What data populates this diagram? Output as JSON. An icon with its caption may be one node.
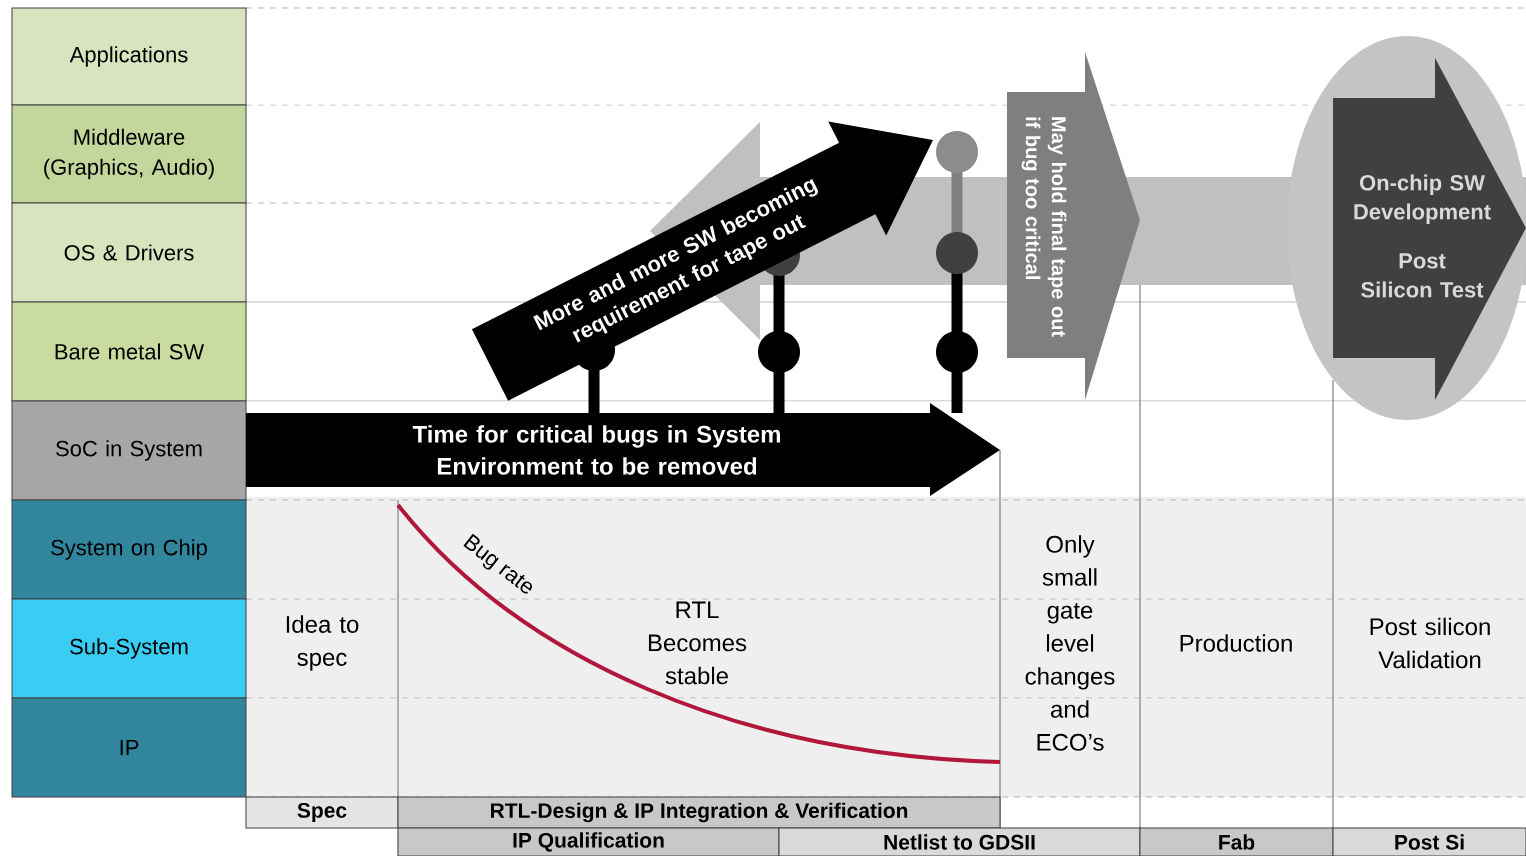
{
  "diagram": {
    "nodes": [
      {
        "text": [
          "Applications"
        ]
      },
      {
        "text": [
          "Middleware (Graphics, Audio)"
        ]
      },
      {
        "text": [
          "OS & Drivers"
        ]
      },
      {
        "text": [
          "Bare metal SW"
        ]
      },
      {
        "text": [
          "SoC in System"
        ]
      },
      {
        "text": [
          "System on Chip"
        ]
      },
      {
        "text": [
          "Sub-System"
        ]
      },
      {
        "text": [
          "IP"
        ]
      },
      {
        "text": [
          "Time for critical bugs in System Environment to be removed"
        ]
      },
      {
        "text": [
          "More and more SW becoming requirement for tape out"
        ]
      },
      {
        "text": [
          "May hold final tape out if bug too critical"
        ]
      },
      {
        "text": [
          "On-chip SW Development",
          "Post Silicon Test"
        ]
      },
      {
        "text": [
          "Spec"
        ]
      },
      {
        "text": [
          "RTL-Design & IP Integration & Verification"
        ]
      },
      {
        "text": [
          "IP Qualification"
        ]
      },
      {
        "text": [
          "Netlist to GDSII"
        ]
      },
      {
        "text": [
          "Fab"
        ]
      },
      {
        "text": [
          "Post Si"
        ]
      }
    ],
    "labels": [
      "Bug rate",
      "Idea to spec",
      "RTL Becomes stable",
      "Only small gate level changes and ECO’s",
      "Production",
      "Post silicon Validation"
    ]
  }
}
